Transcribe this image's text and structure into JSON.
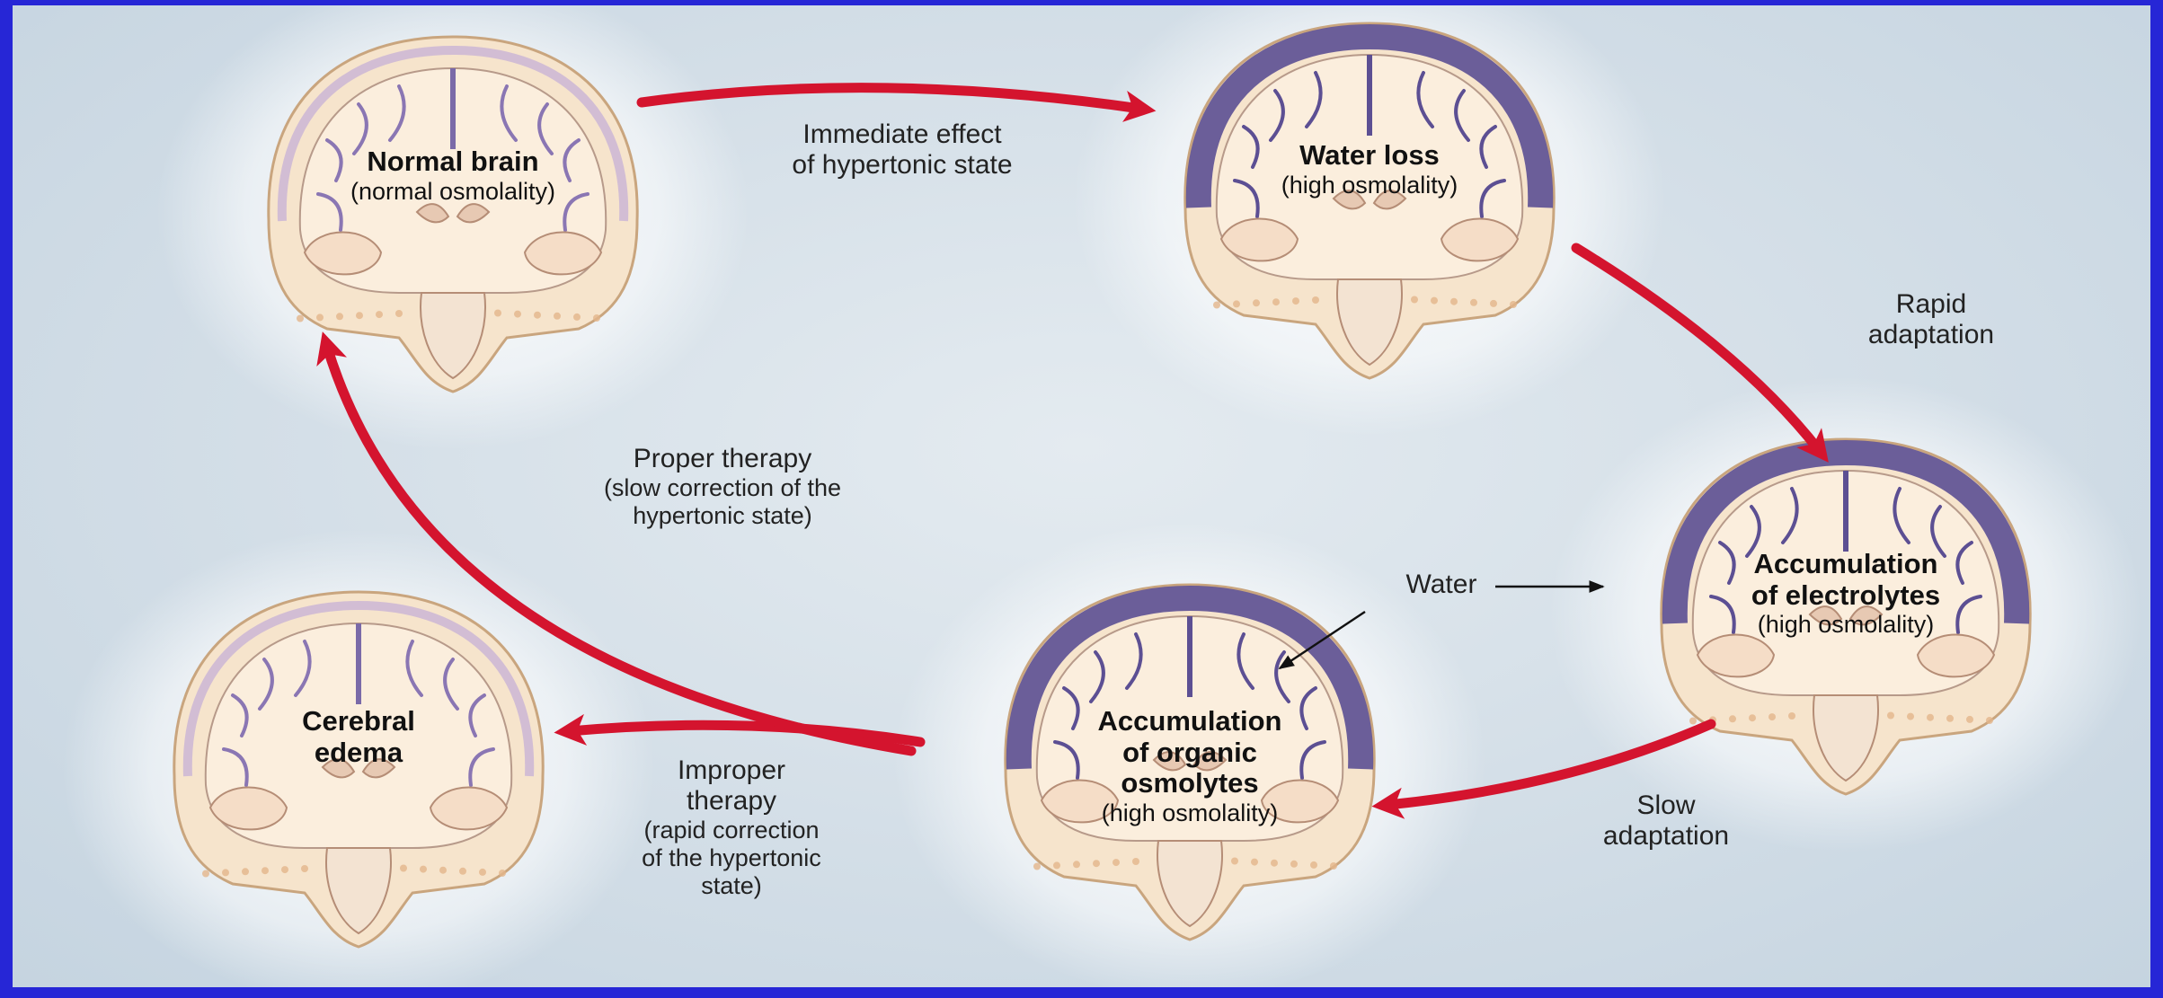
{
  "brains": {
    "normal": {
      "title_lines": [
        "Normal brain"
      ],
      "sub": "(normal osmolality)"
    },
    "water_loss": {
      "title_lines": [
        "Water loss"
      ],
      "sub": "(high osmolality)"
    },
    "electrolytes": {
      "title_lines": [
        "Accumulation",
        "of electrolytes"
      ],
      "sub": "(high osmolality)"
    },
    "osmolytes": {
      "title_lines": [
        "Accumulation",
        "of organic",
        "osmolytes"
      ],
      "sub": "(high osmolality)"
    },
    "edema": {
      "title_lines": [
        "Cerebral",
        "edema"
      ],
      "sub": ""
    }
  },
  "transitions": {
    "immediate": [
      "Immediate effect",
      "of hypertonic state"
    ],
    "rapid": [
      "Rapid",
      "adaptation"
    ],
    "slow": [
      "Slow",
      "adaptation"
    ],
    "proper": {
      "title": "Proper therapy",
      "note": [
        "(slow correction of the",
        "hypertonic state)"
      ]
    },
    "improper": {
      "title": [
        "Improper",
        "therapy"
      ],
      "note": [
        "(rapid correction",
        "of the hypertonic",
        "state)"
      ]
    },
    "water": "Water"
  },
  "colors": {
    "background_frame": "#2626d6",
    "arrow_red": "#d4142e",
    "brain_outer": "#f3dcc0",
    "cortex_shrunken": "#5c4f93"
  }
}
